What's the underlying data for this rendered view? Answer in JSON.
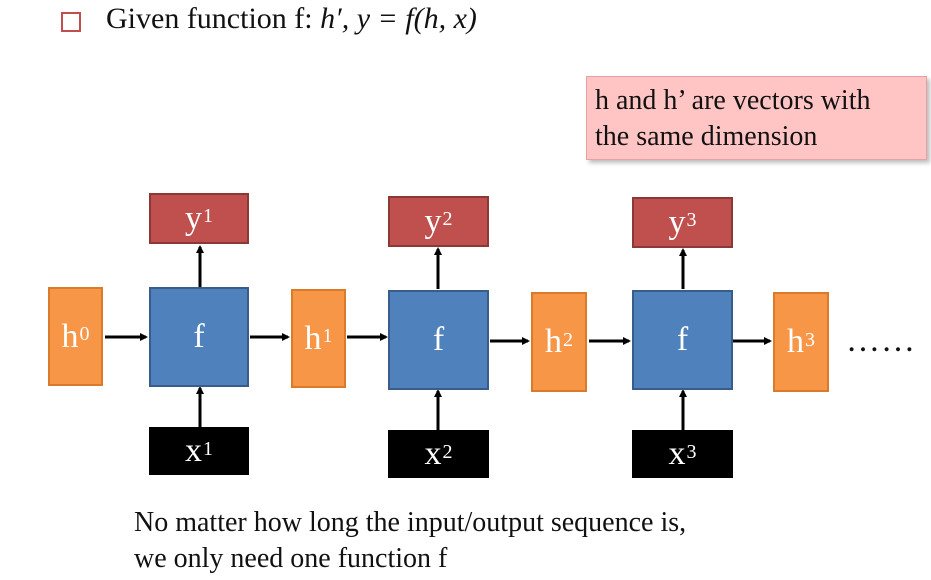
{
  "header": {
    "text": "Given function f: ",
    "formula": "h′, y = f(h, x)"
  },
  "note": {
    "line1": "h and h’ are vectors with",
    "line2": "the same dimension"
  },
  "diagram": {
    "h_nodes": [
      {
        "base": "h",
        "sup": "0"
      },
      {
        "base": "h",
        "sup": "1"
      },
      {
        "base": "h",
        "sup": "2"
      },
      {
        "base": "h",
        "sup": "3"
      }
    ],
    "f_label": "f",
    "y_nodes": [
      {
        "base": "y",
        "sup": "1"
      },
      {
        "base": "y",
        "sup": "2"
      },
      {
        "base": "y",
        "sup": "3"
      }
    ],
    "x_nodes": [
      {
        "base": "x",
        "sup": "1"
      },
      {
        "base": "x",
        "sup": "2"
      },
      {
        "base": "x",
        "sup": "3"
      }
    ],
    "ellipsis": "……"
  },
  "footer": {
    "line1": "No matter how long the input/output sequence is,",
    "line2": "we only need one function f"
  },
  "colors": {
    "h": "#f79646",
    "f": "#4f81bd",
    "y": "#c0504d",
    "x": "#000000",
    "note_bg": "#ffc4c4"
  }
}
